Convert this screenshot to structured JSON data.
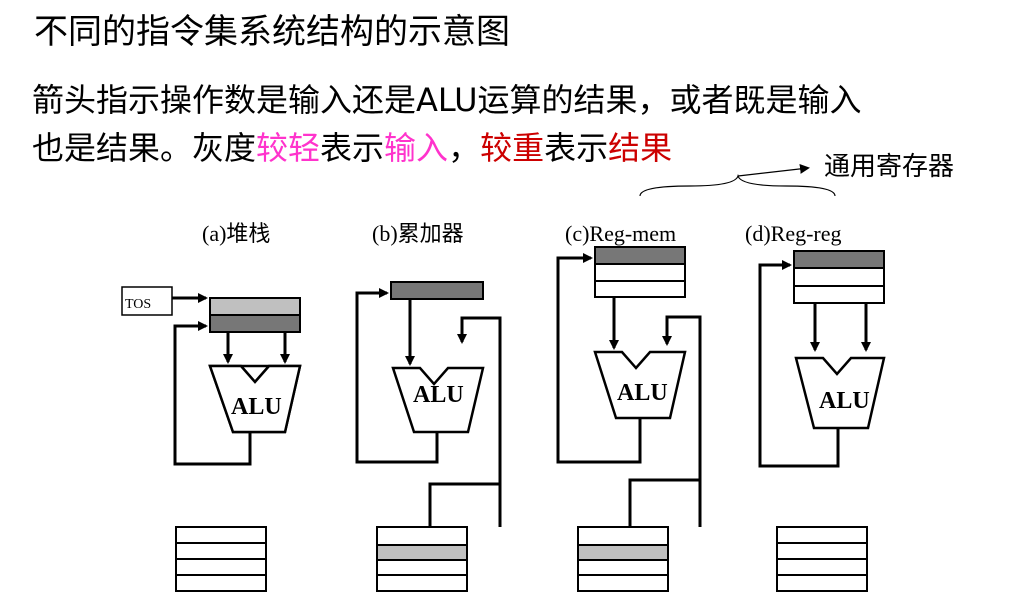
{
  "title": "不同的指令集系统结构的示意图",
  "description": {
    "line1": "箭头指示操作数是输入还是ALU运算的结果，或者既是输入",
    "line2_part1": "也是结果。灰度",
    "line2_light": "较轻",
    "line2_part2": "表示",
    "line2_input": "输入",
    "line2_comma": "，",
    "line2_heavy": "较重",
    "line2_part3": "表示",
    "line2_result": "结果"
  },
  "gpr_label": "通用寄存器",
  "captions": {
    "a": "(a)堆栈",
    "b": "(b)累加器",
    "c": "(c)Reg-mem",
    "d": "(d)Reg-reg"
  },
  "alu_label": "ALU",
  "tos_label": "TOS",
  "colors": {
    "light": "#ff33cc",
    "heavy": "#cc0000",
    "gray_light": "#c0c0c0",
    "gray_dark": "#777777"
  }
}
